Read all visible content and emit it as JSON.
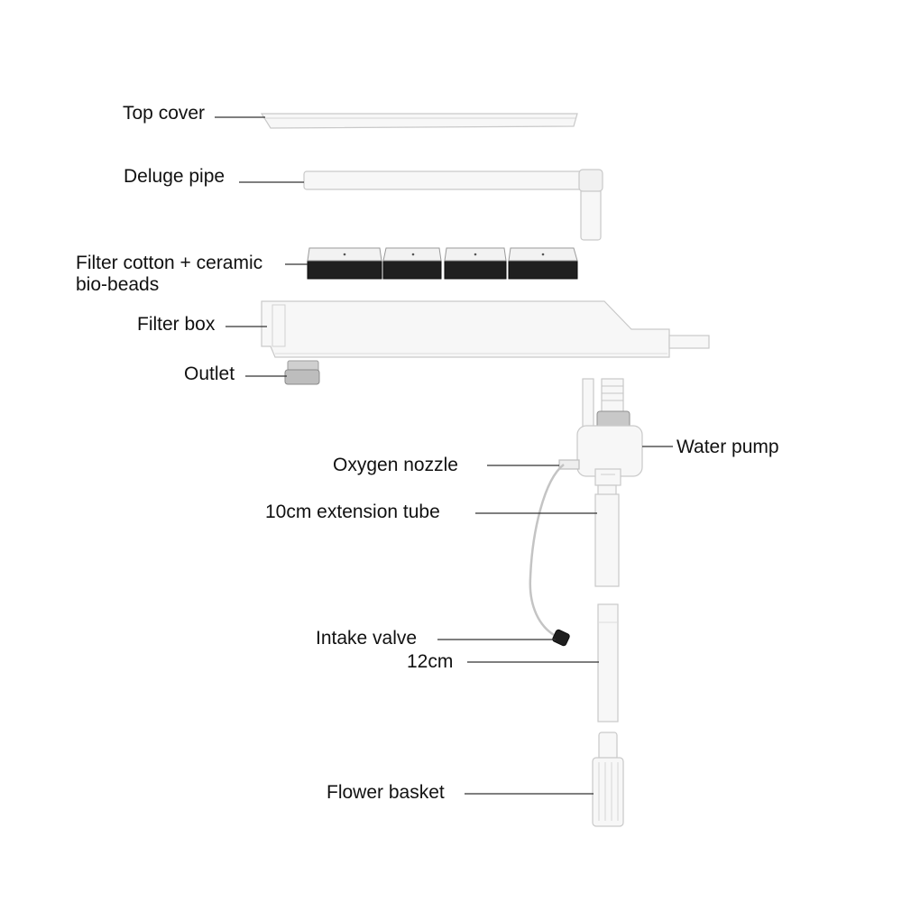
{
  "labels": {
    "top_cover": "Top cover",
    "deluge_pipe": "Deluge pipe",
    "filter_media_line1": "Filter cotton + ceramic",
    "filter_media_line2": "bio-beads",
    "filter_box": "Filter box",
    "outlet": "Outlet",
    "water_pump": "Water pump",
    "oxygen_nozzle": "Oxygen nozzle",
    "extension_tube": "10cm extension tube",
    "intake_valve": "Intake valve",
    "length_12cm": "12cm",
    "flower_basket": "Flower basket"
  },
  "colors": {
    "text": "#111111",
    "leader_line": "#333333",
    "part_fill": "#f7f7f7",
    "media_block": "#1f1f1f"
  }
}
